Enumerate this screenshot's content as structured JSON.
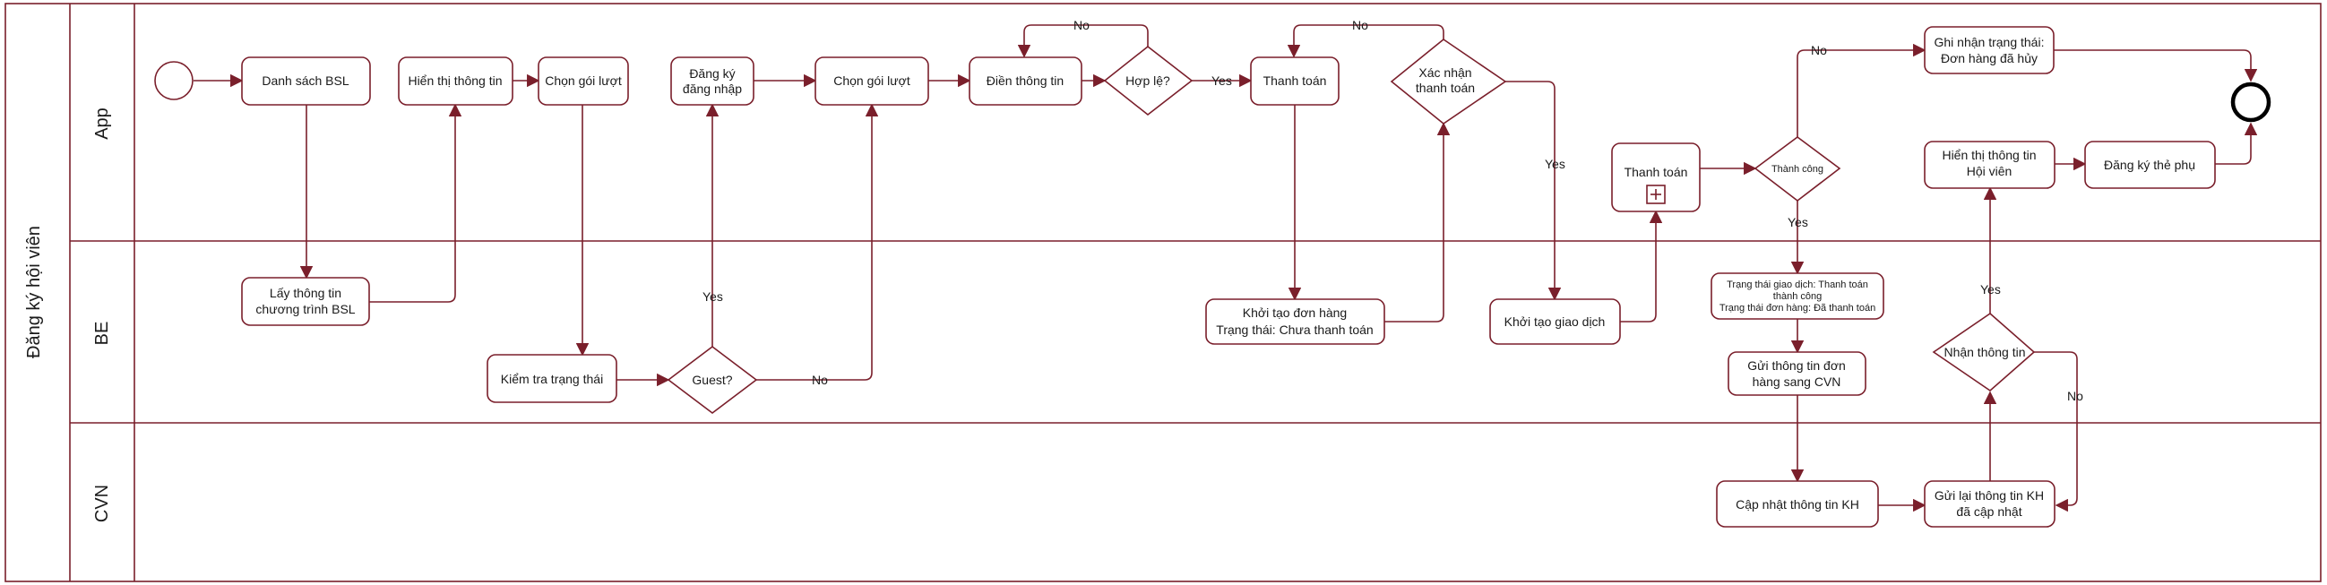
{
  "pool_title": "Đăng ký hội viên",
  "lanes": {
    "app": "App",
    "be": "BE",
    "cvn": "CVN"
  },
  "nodes": {
    "danh_sach_bsl": "Danh sách BSL",
    "lay_thong_tin": [
      "Lấy thông tin",
      "chương trình BSL"
    ],
    "hien_thi_thong_tin": "Hiển thị thông tin",
    "chon_goi_luot_1": "Chọn gói lượt",
    "kiem_tra_trang_thai": "Kiểm tra trạng thái",
    "guest": "Guest?",
    "dang_ky_dang_nhap": [
      "Đăng ký",
      "đăng nhập"
    ],
    "chon_goi_luot_2": "Chọn gói lượt",
    "dien_thong_tin": "Điền thông tin",
    "hop_le": "Hợp lệ?",
    "thanh_toan_1": "Thanh toán",
    "khoi_tao_don_hang": [
      "Khởi tạo đơn hàng",
      "Trạng thái: Chưa thanh toán"
    ],
    "xac_nhan_thanh_toan": [
      "Xác nhận",
      "thanh toán"
    ],
    "khoi_tao_giao_dich": "Khởi tạo giao dịch",
    "thanh_toan_2": "Thanh toán",
    "thanh_cong": "Thành công",
    "trang_thai_gd": [
      "Trạng thái giao dịch: Thanh toán",
      "thành công",
      "Trạng thái đơn hàng: Đã thanh toán"
    ],
    "gui_thong_tin_don_hang": [
      "Gửi thông tin đơn",
      "hàng sang CVN"
    ],
    "cap_nhat_thong_tin_kh": "Cập nhật thông tin KH",
    "gui_lai_thong_tin_kh": [
      "Gửi lại thông tin KH",
      "đã cập nhật"
    ],
    "nhan_thong_tin": "Nhận thông tin",
    "hien_thi_hoi_vien": [
      "Hiển thị thông tin",
      "Hội viên"
    ],
    "dang_ky_the_phu": "Đăng ký thẻ phụ",
    "ghi_nhan_trang_thai": [
      "Ghi nhận trạng thái:",
      "Đơn hàng đã hủy"
    ]
  },
  "edge_labels": {
    "guest_yes": "Yes",
    "guest_no": "No",
    "hop_le_yes": "Yes",
    "hop_le_no": "No",
    "xac_nhan_no": "No",
    "xac_nhan_yes": "Yes",
    "thanh_cong_no": "No",
    "thanh_cong_yes": "Yes",
    "nhan_yes": "Yes",
    "nhan_no": "No"
  },
  "colors": {
    "stroke": "#7a1f2b",
    "text": "#1a1a1a",
    "background": "#ffffff"
  }
}
